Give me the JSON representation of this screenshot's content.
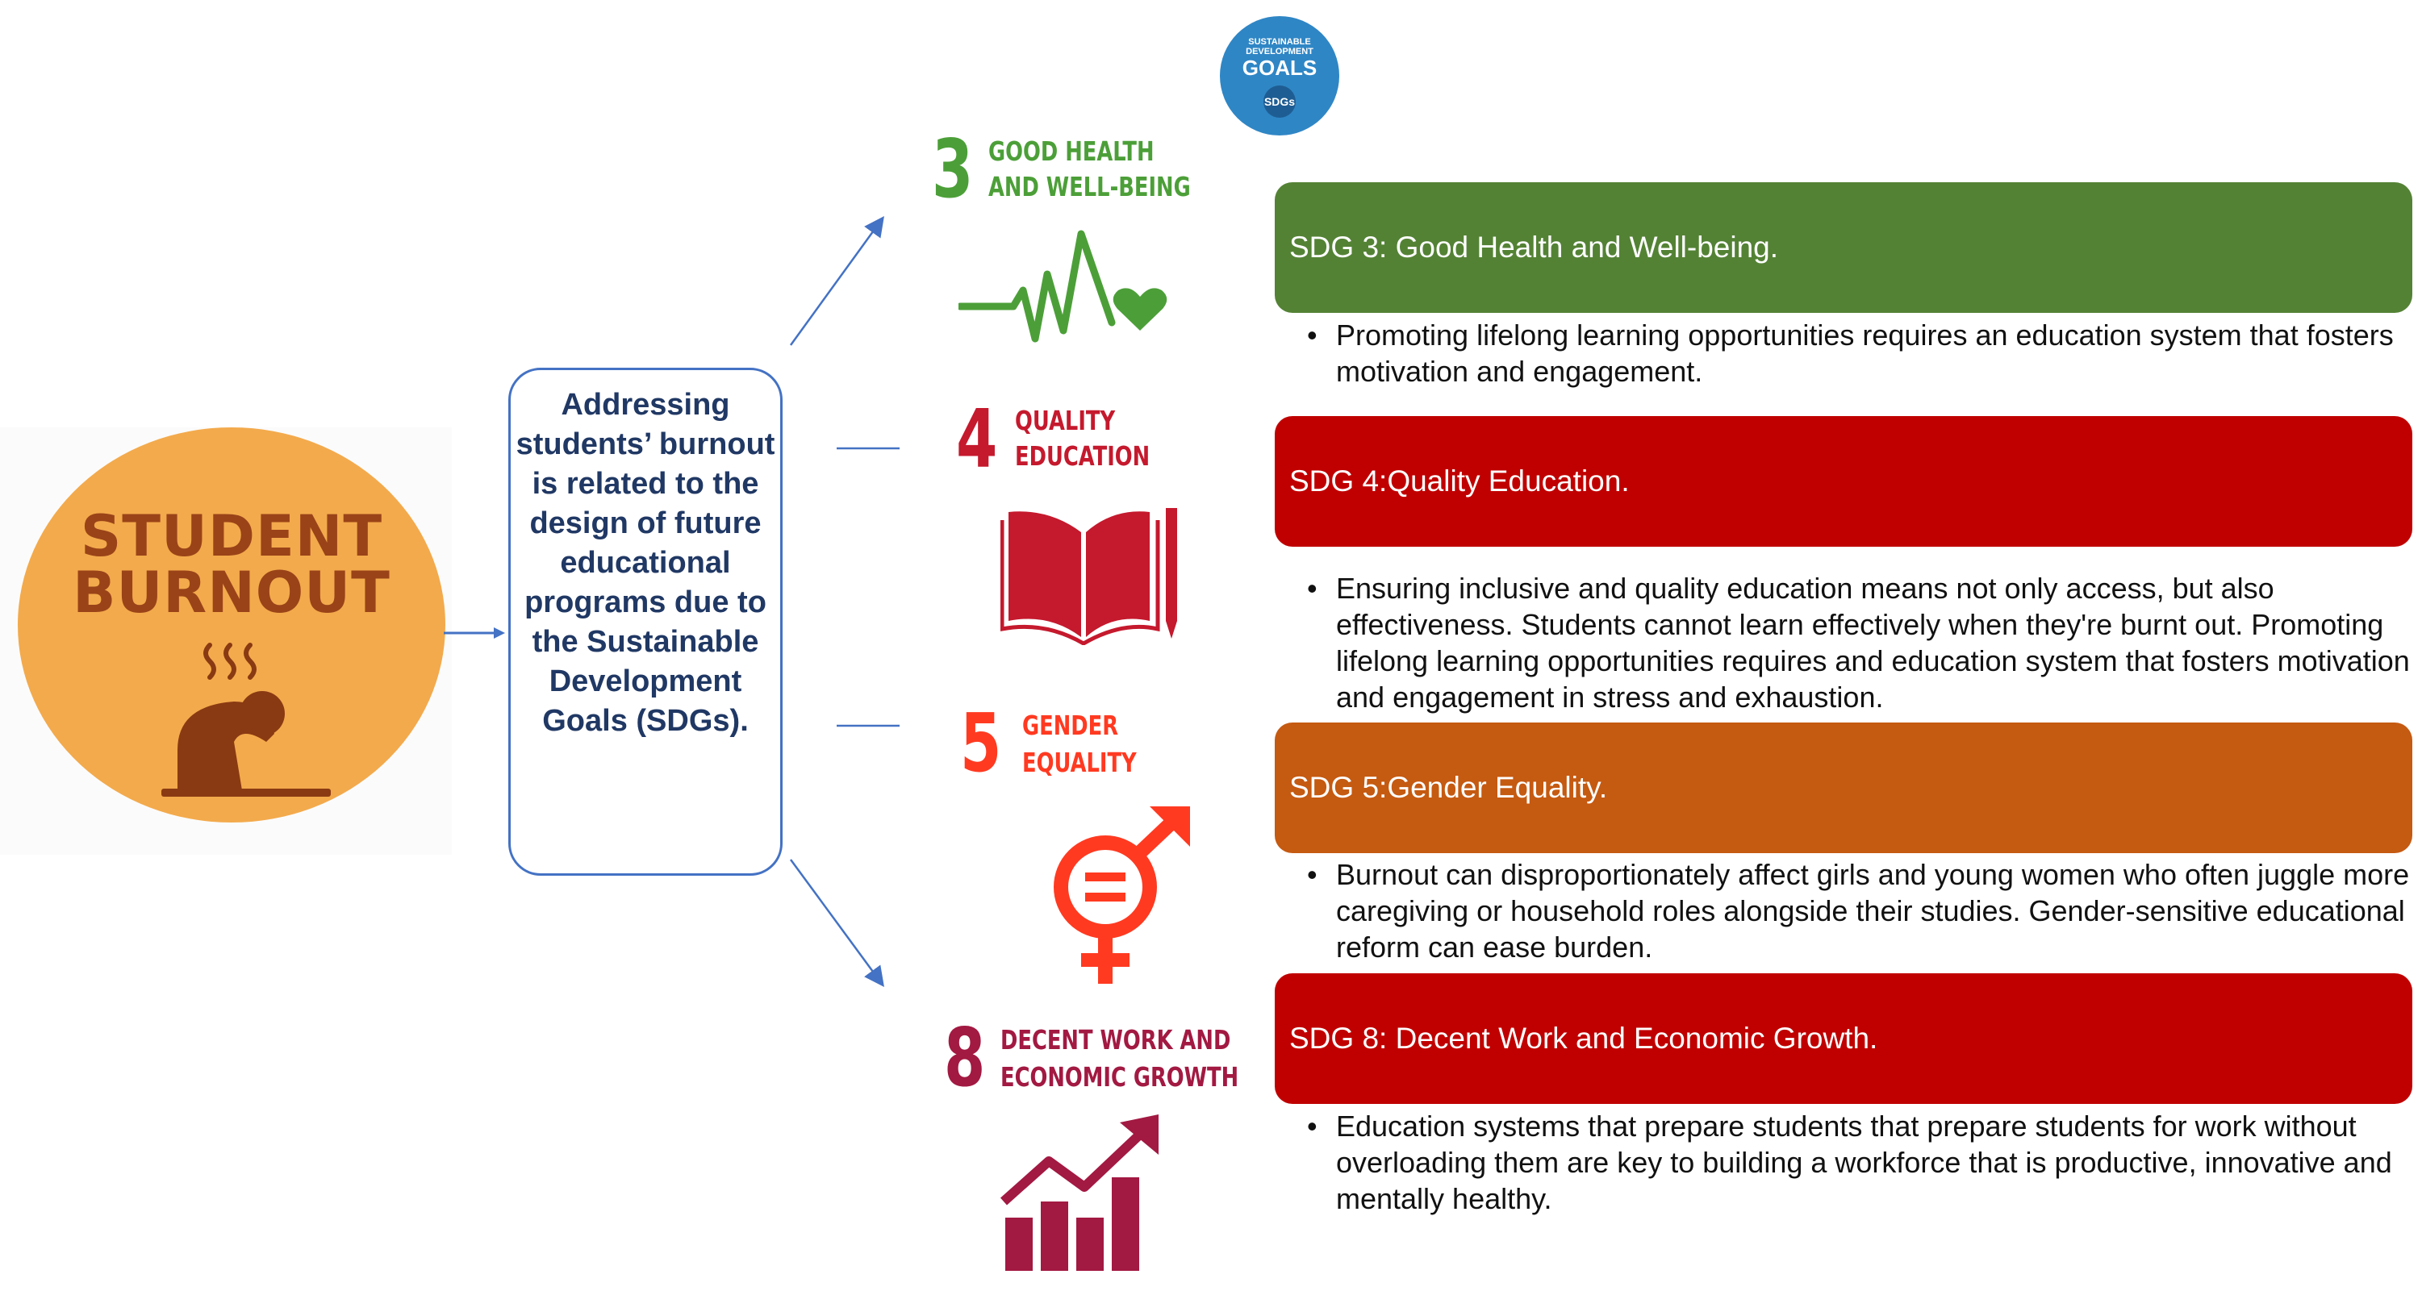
{
  "burnout": {
    "line1": "STUDENT",
    "line2": "BURNOUT",
    "steam_icon": "steam-icon",
    "person_icon": "stressed-student-icon"
  },
  "center_box": {
    "text": "Addressing students’ burnout is related to the design of future educational programs due to the Sustainable Development Goals (SDGs)."
  },
  "sdg_badge": {
    "line1": "SUSTAINABLE DEVELOPMENT",
    "line2": "GOALS",
    "line3": "SDGs"
  },
  "sdgs": [
    {
      "number": "3",
      "title_line1": "GOOD HEALTH",
      "title_line2": "AND WELL-BEING",
      "color": "#4c9f38",
      "icon": "heartbeat-icon",
      "bar_label": "SDG 3: Good Health and Well-being.",
      "bar_color": "#548235",
      "bullet": "Promoting lifelong learning opportunities requires an education system that fosters motivation and engagement."
    },
    {
      "number": "4",
      "title_line1": "QUALITY",
      "title_line2": "EDUCATION",
      "color": "#c5192d",
      "icon": "book-pencil-icon",
      "bar_label": "SDG 4:Quality Education.",
      "bar_color": "#c00000",
      "bullet": "Ensuring inclusive and quality education means not only access, but also effectiveness. Students cannot learn effectively when they're burnt out. Promoting lifelong learning opportunities requires and education system that fosters motivation and engagement in stress and exhaustion."
    },
    {
      "number": "5",
      "title_line1": "GENDER",
      "title_line2": "EQUALITY",
      "color": "#ff3a21",
      "icon": "gender-equality-icon",
      "bar_label": "SDG 5:Gender Equality.",
      "bar_color": "#c55a11",
      "bullet": "Burnout can disproportionately affect girls and young women who often juggle more caregiving or household roles alongside their studies. Gender-sensitive educational reform can ease burden."
    },
    {
      "number": "8",
      "title_line1": "DECENT WORK AND",
      "title_line2": "ECONOMIC GROWTH",
      "color": "#a21942",
      "icon": "growth-chart-icon",
      "bar_label": "SDG 8: Decent Work and Economic Growth.",
      "bar_color": "#c00000",
      "bullet": "Education systems that prepare students that prepare students for work without overloading them are key to building a workforce that is productive, innovative and mentally healthy."
    }
  ]
}
